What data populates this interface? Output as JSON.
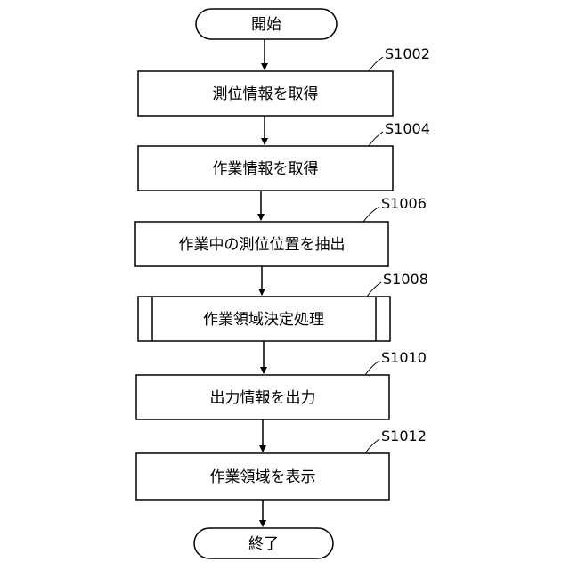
{
  "flowchart": {
    "start": {
      "label": "開始"
    },
    "end": {
      "label": "終了"
    },
    "steps": [
      {
        "id": "S1002",
        "label": "測位情報を取得",
        "kind": "process"
      },
      {
        "id": "S1004",
        "label": "作業情報を取得",
        "kind": "process"
      },
      {
        "id": "S1006",
        "label": "作業中の測位位置を抽出",
        "kind": "process"
      },
      {
        "id": "S1008",
        "label": "作業領域決定処理",
        "kind": "predefined-process"
      },
      {
        "id": "S1010",
        "label": "出力情報を出力",
        "kind": "process"
      },
      {
        "id": "S1012",
        "label": "作業領域を表示",
        "kind": "process"
      }
    ]
  }
}
